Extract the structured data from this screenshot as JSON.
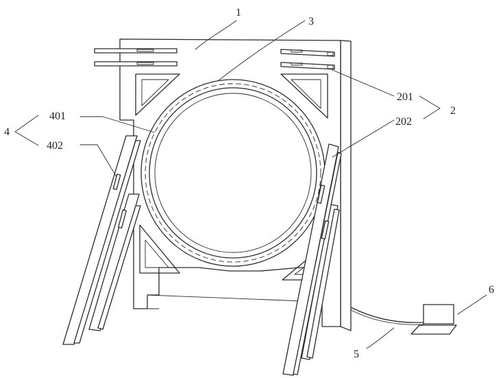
{
  "labels": {
    "frame": "1",
    "group2": "2",
    "ring": "3",
    "group4": "4",
    "part401": "401",
    "part402": "402",
    "part201": "201",
    "part202": "202",
    "cable": "5",
    "laptop": "6"
  }
}
